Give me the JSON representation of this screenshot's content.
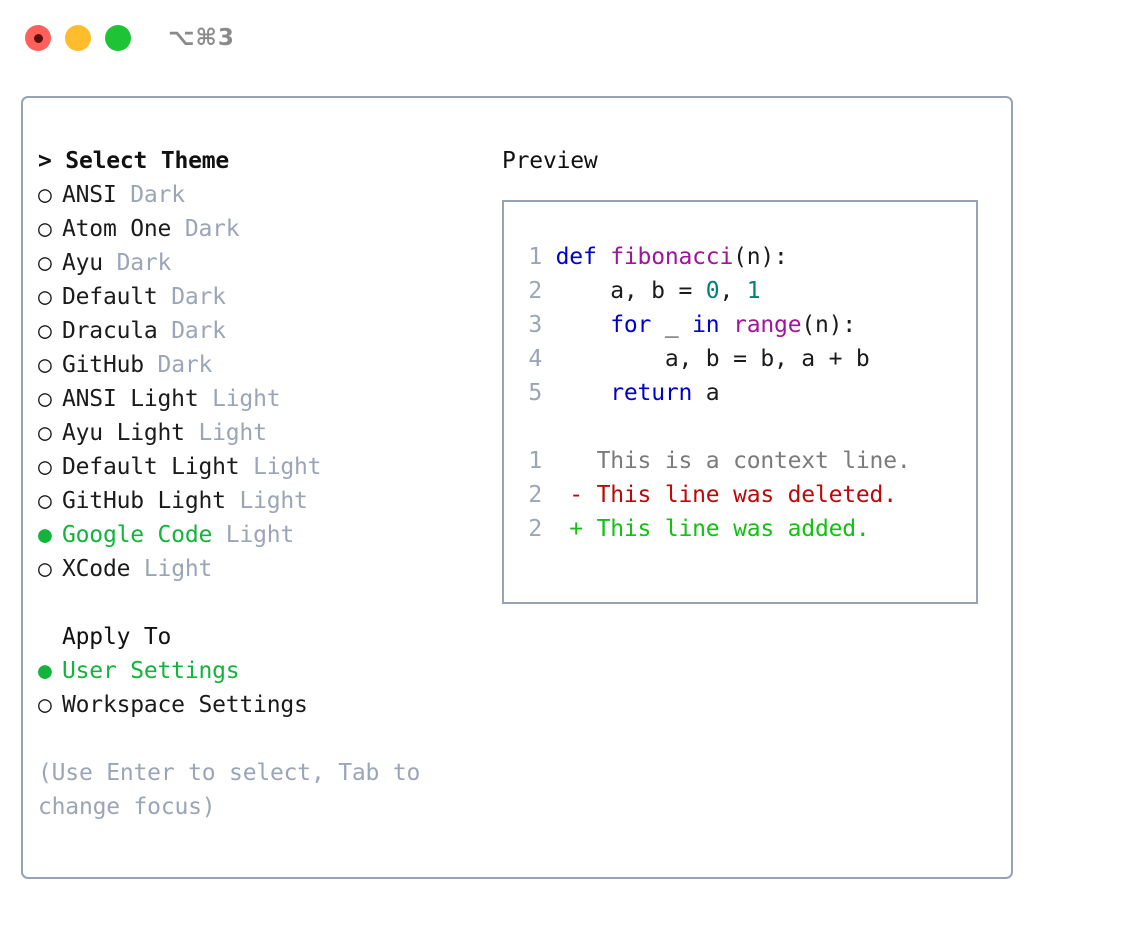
{
  "window": {
    "traffic_lights": [
      "close-red",
      "minimize-yellow",
      "maximize-green"
    ],
    "shortcut_label": "⌥⌘3",
    "colors": {
      "red": "#ff605c",
      "yellow": "#ffbd2e",
      "green": "#1ec434",
      "border": "#97a3b4",
      "accent_green": "#13b43c",
      "muted": "#9aa6b7"
    }
  },
  "theme_panel": {
    "header_prefix": "> ",
    "header_label": "Select Theme",
    "bullet_selected": "●",
    "bullet_unselected": "○",
    "items": [
      {
        "name": "ANSI",
        "tag": "Dark",
        "selected": false
      },
      {
        "name": "Atom One",
        "tag": "Dark",
        "selected": false
      },
      {
        "name": "Ayu",
        "tag": "Dark",
        "selected": false
      },
      {
        "name": "Default",
        "tag": "Dark",
        "selected": false
      },
      {
        "name": "Dracula",
        "tag": "Dark",
        "selected": false
      },
      {
        "name": "GitHub",
        "tag": "Dark",
        "selected": false
      },
      {
        "name": "ANSI Light",
        "tag": "Light",
        "selected": false
      },
      {
        "name": "Ayu Light",
        "tag": "Light",
        "selected": false
      },
      {
        "name": "Default Light",
        "tag": "Light",
        "selected": false
      },
      {
        "name": "GitHub Light",
        "tag": "Light",
        "selected": false
      },
      {
        "name": "Google Code",
        "tag": "Light",
        "selected": true
      },
      {
        "name": "XCode",
        "tag": "Light",
        "selected": false
      }
    ]
  },
  "apply_to": {
    "header_label": "Apply To",
    "items": [
      {
        "name": "User Settings",
        "selected": true
      },
      {
        "name": "Workspace Settings",
        "selected": false
      }
    ]
  },
  "hint": {
    "text": "(Use Enter to select, Tab to change focus)"
  },
  "preview": {
    "title": "Preview",
    "code_lines": [
      {
        "number": "1",
        "tokens": [
          {
            "t": "def",
            "c": "kw"
          },
          {
            "t": " ",
            "c": "pl"
          },
          {
            "t": "fibonacci",
            "c": "fn"
          },
          {
            "t": "(n):",
            "c": "pl"
          }
        ]
      },
      {
        "number": "2",
        "tokens": [
          {
            "t": "    a, b = ",
            "c": "pl"
          },
          {
            "t": "0",
            "c": "num"
          },
          {
            "t": ", ",
            "c": "pl"
          },
          {
            "t": "1",
            "c": "num"
          }
        ]
      },
      {
        "number": "3",
        "tokens": [
          {
            "t": "    ",
            "c": "pl"
          },
          {
            "t": "for",
            "c": "kw"
          },
          {
            "t": " _ ",
            "c": "pl"
          },
          {
            "t": "in",
            "c": "kw"
          },
          {
            "t": " ",
            "c": "pl"
          },
          {
            "t": "range",
            "c": "fn"
          },
          {
            "t": "(n):",
            "c": "pl"
          }
        ]
      },
      {
        "number": "4",
        "tokens": [
          {
            "t": "        a, b = b, a + b",
            "c": "pl"
          }
        ]
      },
      {
        "number": "5",
        "tokens": [
          {
            "t": "    ",
            "c": "pl"
          },
          {
            "t": "return",
            "c": "kw"
          },
          {
            "t": " a",
            "c": "pl"
          }
        ]
      }
    ],
    "diff_lines": [
      {
        "number": "1",
        "marker": " ",
        "text": " This is a context line.",
        "kind": "context"
      },
      {
        "number": "2",
        "marker": "-",
        "text": " This line was deleted.",
        "kind": "deleted"
      },
      {
        "number": "2",
        "marker": "+",
        "text": " This line was added.",
        "kind": "added"
      }
    ]
  }
}
